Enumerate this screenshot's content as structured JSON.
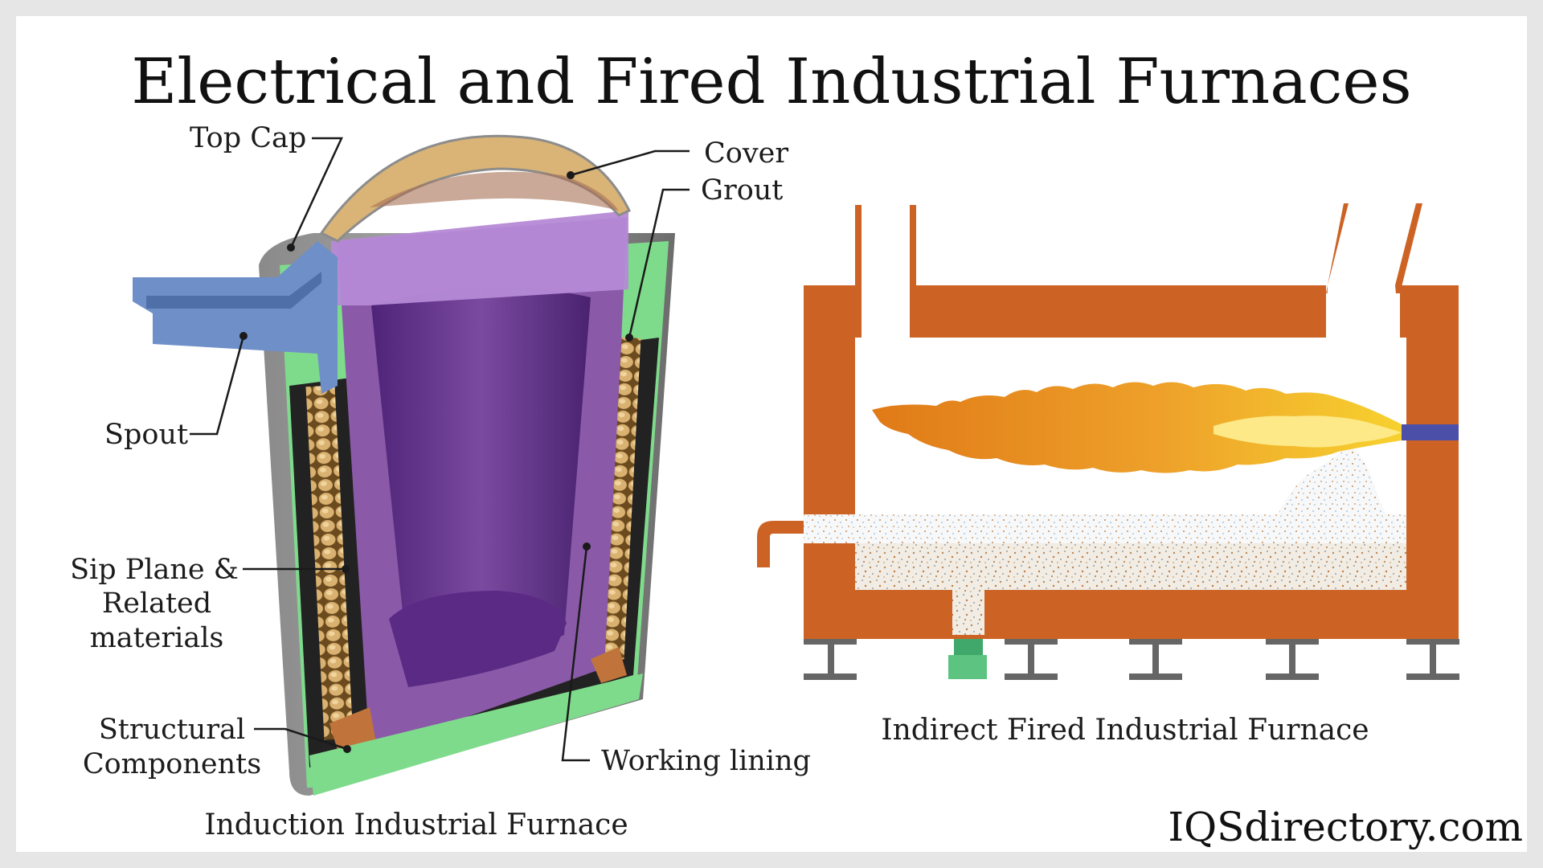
{
  "title": "Electrical and Fired Industrial Furnaces",
  "induction": {
    "caption": "Induction Industrial Furnace",
    "labels": {
      "top_cap": "Top Cap",
      "cover": "Cover",
      "grout": "Grout",
      "spout": "Spout",
      "sip_plane_1": "Sip Plane &",
      "sip_plane_2": "Related",
      "sip_plane_3": "materials",
      "structural_1": "Structural",
      "structural_2": "Components",
      "working_lining": "Working lining"
    }
  },
  "fired": {
    "caption": "Indirect Fired Industrial Furnace"
  },
  "brand": "IQSdirectory.com",
  "colors": {
    "brick": "#cc6325",
    "purple_dark": "#5b2c86",
    "purple": "#8a5aa8",
    "lavender": "#b58ad6",
    "green": "#7fdb8c",
    "tan": "#d9b476",
    "spout_blue": "#6f8fc9",
    "shell_gray": "#7c7c7c",
    "flame_orange": "#e58a1f",
    "flame_yellow": "#f7d238",
    "burner_blue": "#4c4fa8"
  }
}
